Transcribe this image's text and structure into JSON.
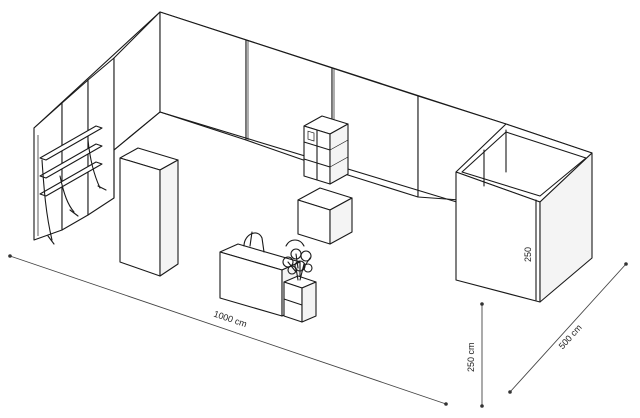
{
  "dimensions": {
    "width": "1000 cm",
    "height": "250 cm",
    "depth": "500 cm",
    "cabin_height": "250"
  }
}
